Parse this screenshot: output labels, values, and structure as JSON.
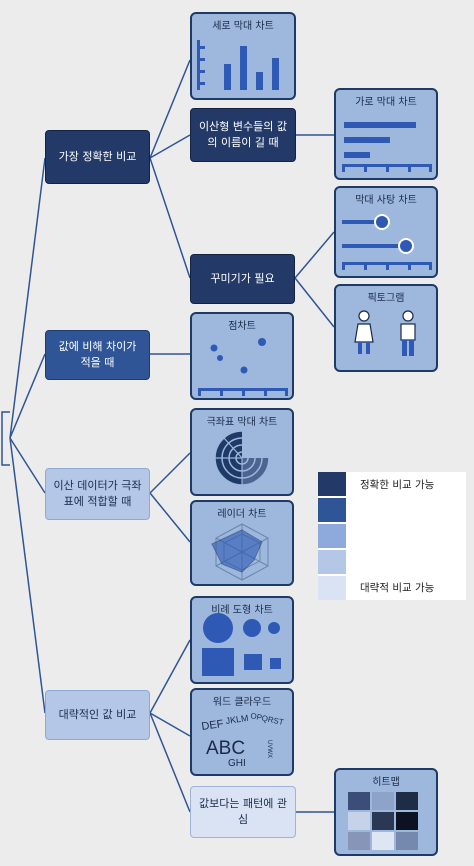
{
  "categories": [
    {
      "id": "precise",
      "label": "가장 정확한 비교"
    },
    {
      "id": "small_diff",
      "label": "값에 비해 차이가 적을 때"
    },
    {
      "id": "polar",
      "label": "이산 데이터가 극좌표에 적합할 때"
    },
    {
      "id": "approx",
      "label": "대략적인 값 비교"
    }
  ],
  "subconditions": {
    "long_names": "이산형 변수들의 값의 이름이 길 때",
    "decoration": "꾸미기가 필요",
    "pattern": "값보다는 패턴에 관심"
  },
  "charts": {
    "vertical_bar": "세로 막대 차트",
    "horizontal_bar": "가로 막대 차트",
    "lollipop": "막대 사탕 차트",
    "pictogram": "픽토그램",
    "dot": "점차트",
    "polar_bar": "극좌표 막대 차트",
    "radar": "레이더 차트",
    "proportional_area": "비례 도형 차트",
    "word_cloud": "워드 클라우드",
    "heatmap": "히트맵"
  },
  "word_cloud_words": [
    "DEF",
    "JKLM",
    "OPQRST",
    "ABC",
    "GHI",
    "UVWX"
  ],
  "legend": {
    "top_label": "정확한 비교 가능",
    "bottom_label": "대략적 비교 가능",
    "colors": [
      "#233a68",
      "#2f5597",
      "#8ea9db",
      "#b4c7e7",
      "#dae3f3"
    ]
  },
  "colors": {
    "connector": "#2e5597",
    "card_fill": "#9db7dd",
    "card_border": "#1e3a66",
    "mark": "#2e59b5"
  }
}
